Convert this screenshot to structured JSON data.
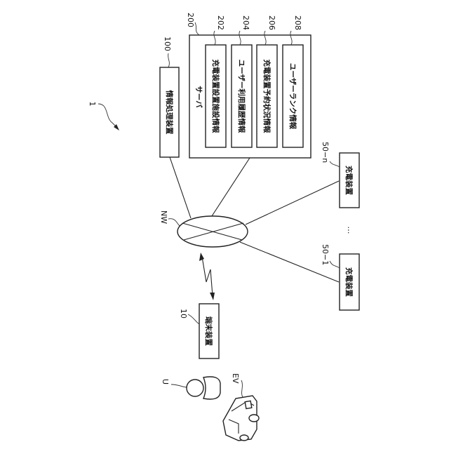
{
  "figure": {
    "system_ref": "1",
    "server": {
      "ref": "200",
      "title": "サーバ",
      "databases": [
        {
          "ref": "202",
          "label": "充電装置設置施設情報"
        },
        {
          "ref": "204",
          "label": "ユーザー利用履歴情報"
        },
        {
          "ref": "206",
          "label": "充電装置予約状況情報"
        },
        {
          "ref": "208",
          "label": "ユーザーランク情報"
        }
      ]
    },
    "info_processor": {
      "ref": "100",
      "label": "情報処理装置"
    },
    "network": {
      "ref": "NW"
    },
    "chargers": [
      {
        "ref": "50−n",
        "label": "充電装置"
      },
      {
        "ref": "50−1",
        "label": "充電装置"
      }
    ],
    "ellipsis": "…",
    "terminal": {
      "ref": "10",
      "label": "端末装置"
    },
    "user": {
      "ref": "U"
    },
    "vehicle": {
      "ref": "EV"
    }
  }
}
